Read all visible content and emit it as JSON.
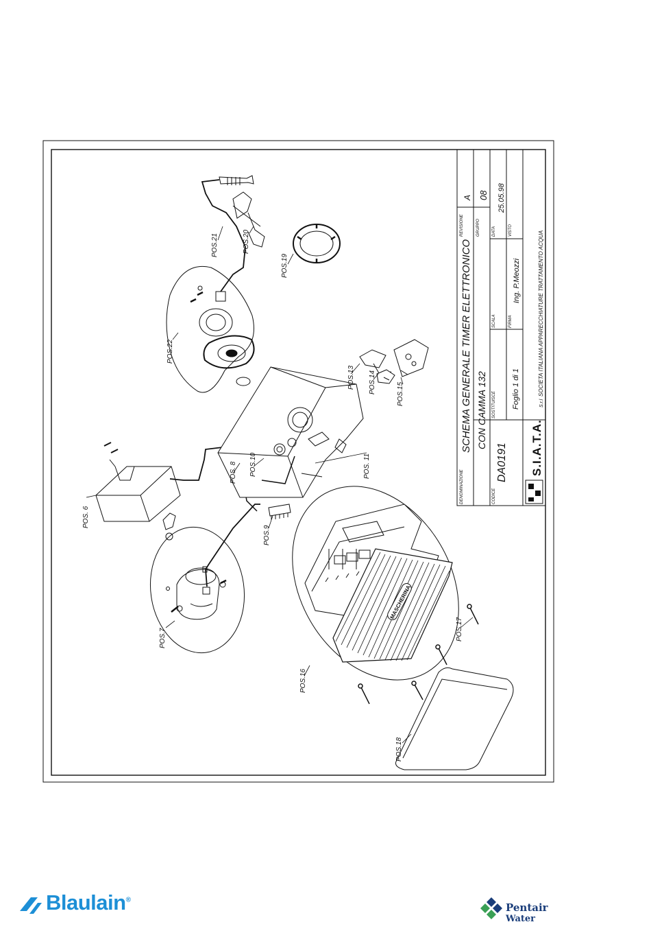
{
  "title_block": {
    "denominazione_label": "DENOMINAZIONE",
    "title_line1": "SCHEMA GENERALE TIMER ELETTRONICO",
    "title_line2": "CON CAMMA 132",
    "revisione_label": "REVISIONE",
    "revisione": "A",
    "gruppo_label": "GRUPPO",
    "gruppo": "08",
    "codice_label": "CODICE",
    "codice": "DA0191",
    "sostituisce_label": "SOSTITUISCE",
    "foglio": "Foglio 1 di 1",
    "scala_label": "SCALA",
    "data_label": "DATA",
    "data": "25.05.98",
    "firma_label": "FIRMA",
    "firma": "Ing. P.Meozzi",
    "visto_label": "VISTO",
    "company_logo_text": "S.I.A.T.A.",
    "company_suffix": "S.r.l",
    "company_name": "SOCIETA ITALIANA APPARECCHIATURE TRATTAMENTO ACQUA"
  },
  "labels": {
    "pos6": "POS. 6",
    "pos7": "POS.7",
    "pos8": "POS. 8",
    "pos9": "POS.9",
    "pos10": "POS.10",
    "pos11": "POS. 11",
    "pos13": "POS.13",
    "pos14": "POS.14",
    "pos15": "POS.15",
    "pos16": "POS.16",
    "pos17": "POS.17",
    "pos18": "POS.18",
    "pos19": "POS.19",
    "pos20": "POS.20",
    "pos21": "POS.21",
    "pos22": "POS.22",
    "mascherina": "MASCHERINA"
  },
  "footer": {
    "blaulain": "Blaulain",
    "blaulain_reg": "®",
    "pentair": "Pentair",
    "water": "Water"
  },
  "colors": {
    "blaulain_blue": "#1d8fd6",
    "pentair_navy": "#1a3d7a",
    "pentair_green": "#3aa055"
  }
}
